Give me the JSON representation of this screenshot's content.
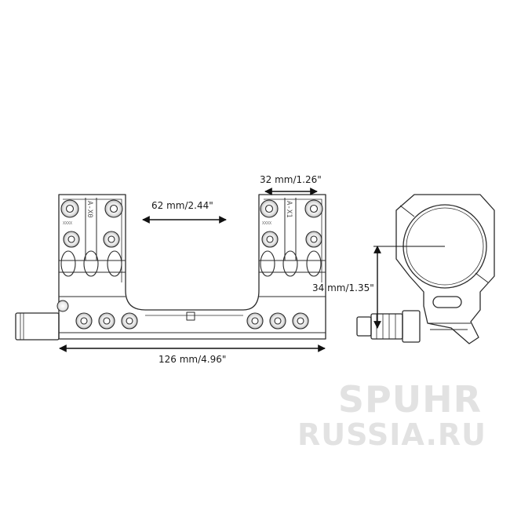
{
  "dimensions": {
    "ring_width": "32 mm/1.26\"",
    "ring_spacing": "62 mm/2.44\"",
    "overall_length": "126 mm/4.96\"",
    "center_height": "34 mm/1.35\""
  },
  "engravings": {
    "front_ring": "A-X0",
    "rear_ring": "A-X1",
    "front_code": "XXXX",
    "rear_code": "XXXX"
  },
  "watermark": {
    "line1": "SPUHR",
    "line2": "RUSSIA.RU"
  }
}
